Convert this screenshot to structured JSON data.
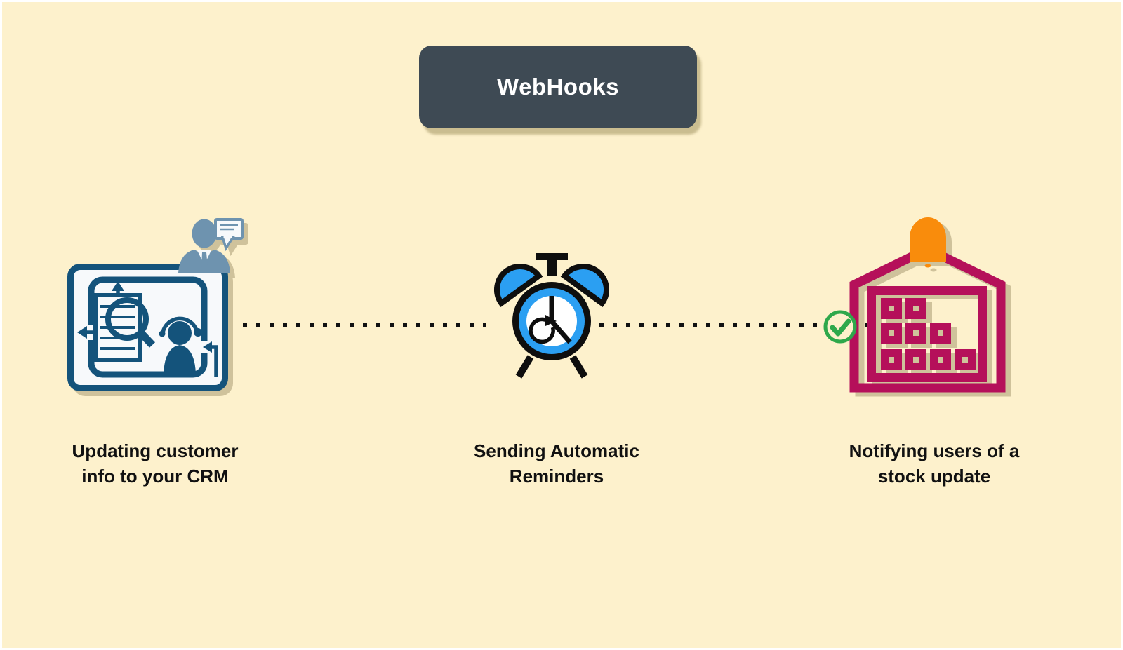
{
  "title": "WebHooks",
  "items": [
    {
      "id": "crm",
      "label": "Updating customer info to your CRM",
      "label_line1": "Updating customer",
      "label_line2": "info to your CRM",
      "icon": "crm-customer-support-icon"
    },
    {
      "id": "reminders",
      "label": "Sending Automatic Reminders",
      "label_line1": "Sending Automatic",
      "label_line2": "Reminders",
      "icon": "alarm-clock-icon"
    },
    {
      "id": "stock",
      "label": "Notifying users of a stock update",
      "label_line1": "Notifying users of a",
      "label_line2": "stock update",
      "icon": "warehouse-stock-icon"
    }
  ],
  "connectors": {
    "style": "dotted-line",
    "end_marker": "green-check-icon"
  },
  "warehouse_box_rows": [
    2,
    3,
    4
  ],
  "colors": {
    "bg": "#FDF1CC",
    "frame_white": "#FFFFFF",
    "header_bg": "#3E4A54",
    "header_text": "#FFFFFF",
    "label_text": "#111111",
    "dot": "#111111",
    "crm_dark": "#14537B",
    "crm_light": "#6E93AF",
    "crm_fill": "#F7F9FB",
    "clock_blue": "#2B9FF2",
    "clock_dark": "#0E0E0E",
    "clock_face": "#FFFFFF",
    "crimson": "#B5105A",
    "orange": "#F98C0C",
    "green": "#2EA84B",
    "shadow_tan": "#CFC29B"
  }
}
